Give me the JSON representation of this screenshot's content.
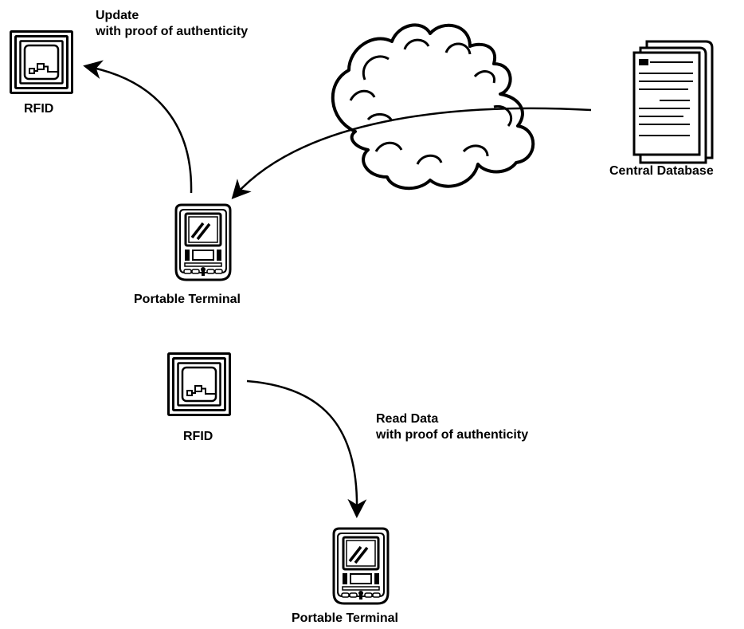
{
  "labels": {
    "rfid_top": "RFID",
    "rfid_bottom": "RFID",
    "terminal_top": "Portable Terminal",
    "terminal_bottom": "Portable Terminal",
    "database": "Central Database",
    "update_line1": "Update",
    "update_line2": "with proof of authenticity",
    "read_line1": "Read Data",
    "read_line2": "with proof of authenticity"
  },
  "icons": {
    "rfid": "rfid-tag-icon",
    "terminal": "pda-terminal-icon",
    "database": "document-stack-icon",
    "network": "cloud-icon"
  },
  "colors": {
    "ink": "#000000",
    "background": "#ffffff"
  }
}
